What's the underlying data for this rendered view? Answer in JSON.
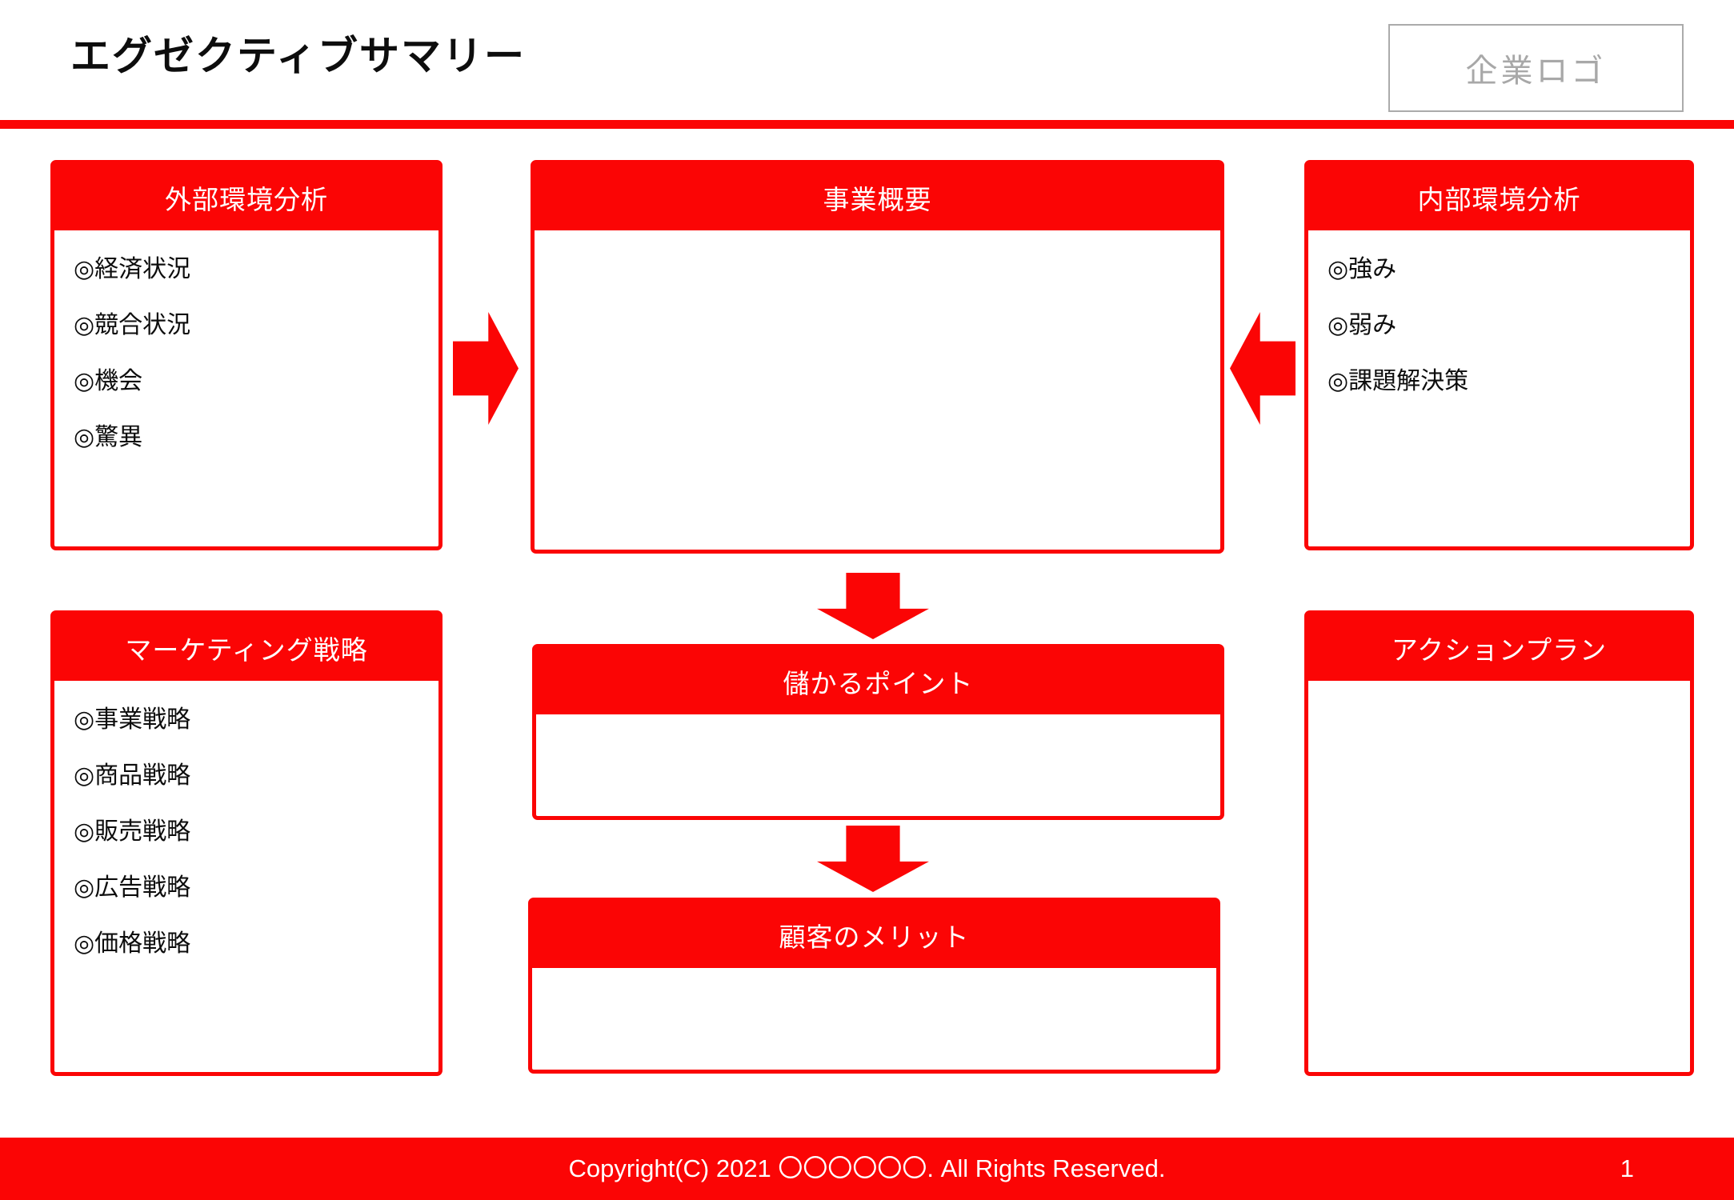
{
  "header": {
    "title": "エグゼクティブサマリー",
    "logo_label": "企業ロゴ"
  },
  "colors": {
    "accent_red": "#FB0505",
    "logo_border_gray": "#ABABAB",
    "logo_text_gray": "#A8A8A8",
    "body_text": "#0D0D0D",
    "panel_header_text": "#FFFFFF"
  },
  "boxes": {
    "external": {
      "title": "外部環境分析",
      "items": [
        "◎経済状況",
        "◎競合状況",
        "◎機会",
        "◎驚異"
      ]
    },
    "business": {
      "title": "事業概要",
      "items": []
    },
    "internal": {
      "title": "内部環境分析",
      "items": [
        "◎強み",
        "◎弱み",
        "◎課題解決策"
      ]
    },
    "marketing": {
      "title": "マーケティング戦略",
      "items": [
        "◎事業戦略",
        "◎商品戦略",
        "◎販売戦略",
        "◎広告戦略",
        "◎価格戦略"
      ]
    },
    "profit": {
      "title": "儲かるポイント",
      "items": []
    },
    "customer": {
      "title": "顧客のメリット",
      "items": []
    },
    "action": {
      "title": "アクションプラン",
      "items": []
    }
  },
  "footer": {
    "copyright": "Copyright(C) 2021 〇〇〇〇〇〇. All Rights Reserved.",
    "page_number": "1"
  }
}
